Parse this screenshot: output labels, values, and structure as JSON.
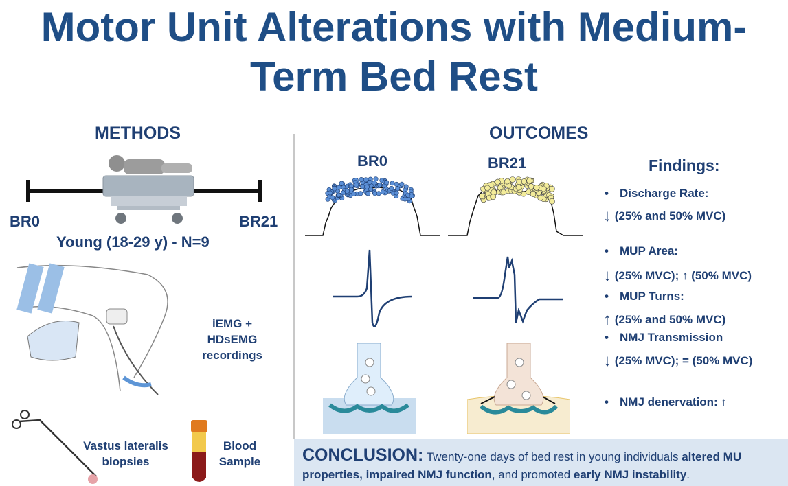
{
  "title": "Motor Unit Alterations with Medium-Term Bed Rest",
  "methods": {
    "heading": "METHODS",
    "timeline_start": "BR0",
    "timeline_end": "BR21",
    "cohort": "Young (18-29 y) - N=9",
    "recordings": "iEMG + HDsEMG recordings",
    "biopsy": "Vastus lateralis biopsies",
    "blood": "Blood Sample"
  },
  "outcomes": {
    "heading": "OUTCOMES",
    "col_before": "BR0",
    "col_after": "BR21",
    "colors": {
      "br0_dots": "#5b8fd6",
      "br21_dots": "#f3ec9a",
      "trace": "#1f3f73"
    }
  },
  "findings": {
    "heading": "Findings:",
    "items": [
      {
        "label": "Discharge Rate:",
        "arrow": "↓",
        "detail": "(25% and 50% MVC)"
      },
      {
        "label": "MUP Area:",
        "arrow": "↓",
        "detail": "(25% MVC); ↑ (50% MVC)"
      },
      {
        "label": "MUP Turns:",
        "arrow": "↑",
        "detail": "(25% and 50% MVC)"
      },
      {
        "label": "NMJ Transmission",
        "arrow": "↓",
        "detail": "(25% MVC); = (50% MVC)"
      },
      {
        "label": "NMJ denervation: ↑",
        "arrow": "",
        "detail": ""
      }
    ]
  },
  "conclusion": {
    "label": "CONCLUSION:",
    "t1": "Twenty-one days of bed rest in young individuals ",
    "b1": "altered MU properties, impaired NMJ function",
    "t2": ", and promoted ",
    "b2": "early NMJ instability",
    "t3": "."
  }
}
